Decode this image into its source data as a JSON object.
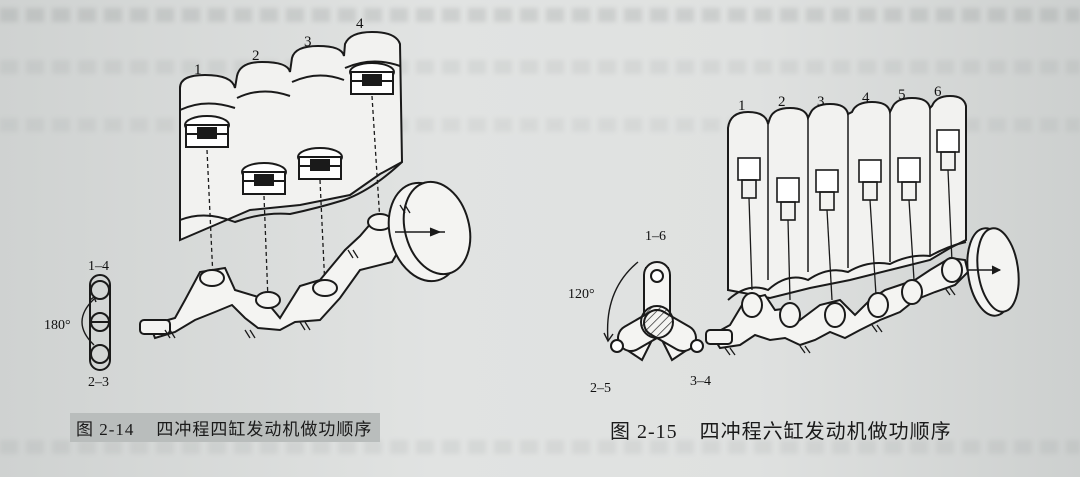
{
  "figure_left": {
    "caption_number": "图 2-14",
    "caption_text": "四冲程四缸发动机做功顺序",
    "cylinder_numbers": [
      "1",
      "2",
      "3",
      "4"
    ],
    "crank_diagram": {
      "top_label": "1–4",
      "bottom_label": "2–3",
      "angle_label": "180°"
    }
  },
  "figure_right": {
    "caption_number": "图 2-15",
    "caption_text": "四冲程六缸发动机做功顺序",
    "cylinder_numbers": [
      "1",
      "2",
      "3",
      "4",
      "5",
      "6"
    ],
    "crank_diagram": {
      "top_label": "1–6",
      "left_label": "2–5",
      "right_label": "3–4",
      "angle_label": "120°"
    }
  }
}
